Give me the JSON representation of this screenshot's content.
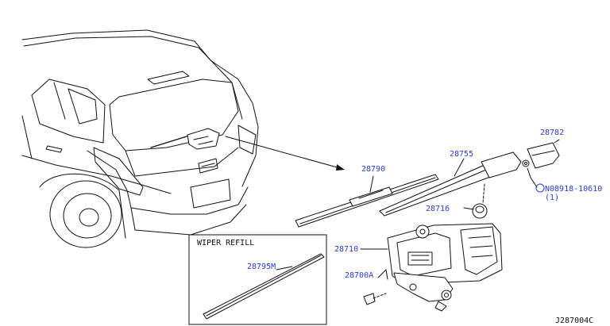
{
  "diagram": {
    "inset_title": "WIPER REFILL",
    "code": "J287004C",
    "parts": {
      "p28782": "28782",
      "p28755": "28755",
      "p28790": "28790",
      "p28716": "28716",
      "p28710": "28710",
      "p28700A": "28700A",
      "p28795M": "28795M",
      "nut_code": "N08918-10610",
      "nut_qty": "(1)"
    }
  }
}
